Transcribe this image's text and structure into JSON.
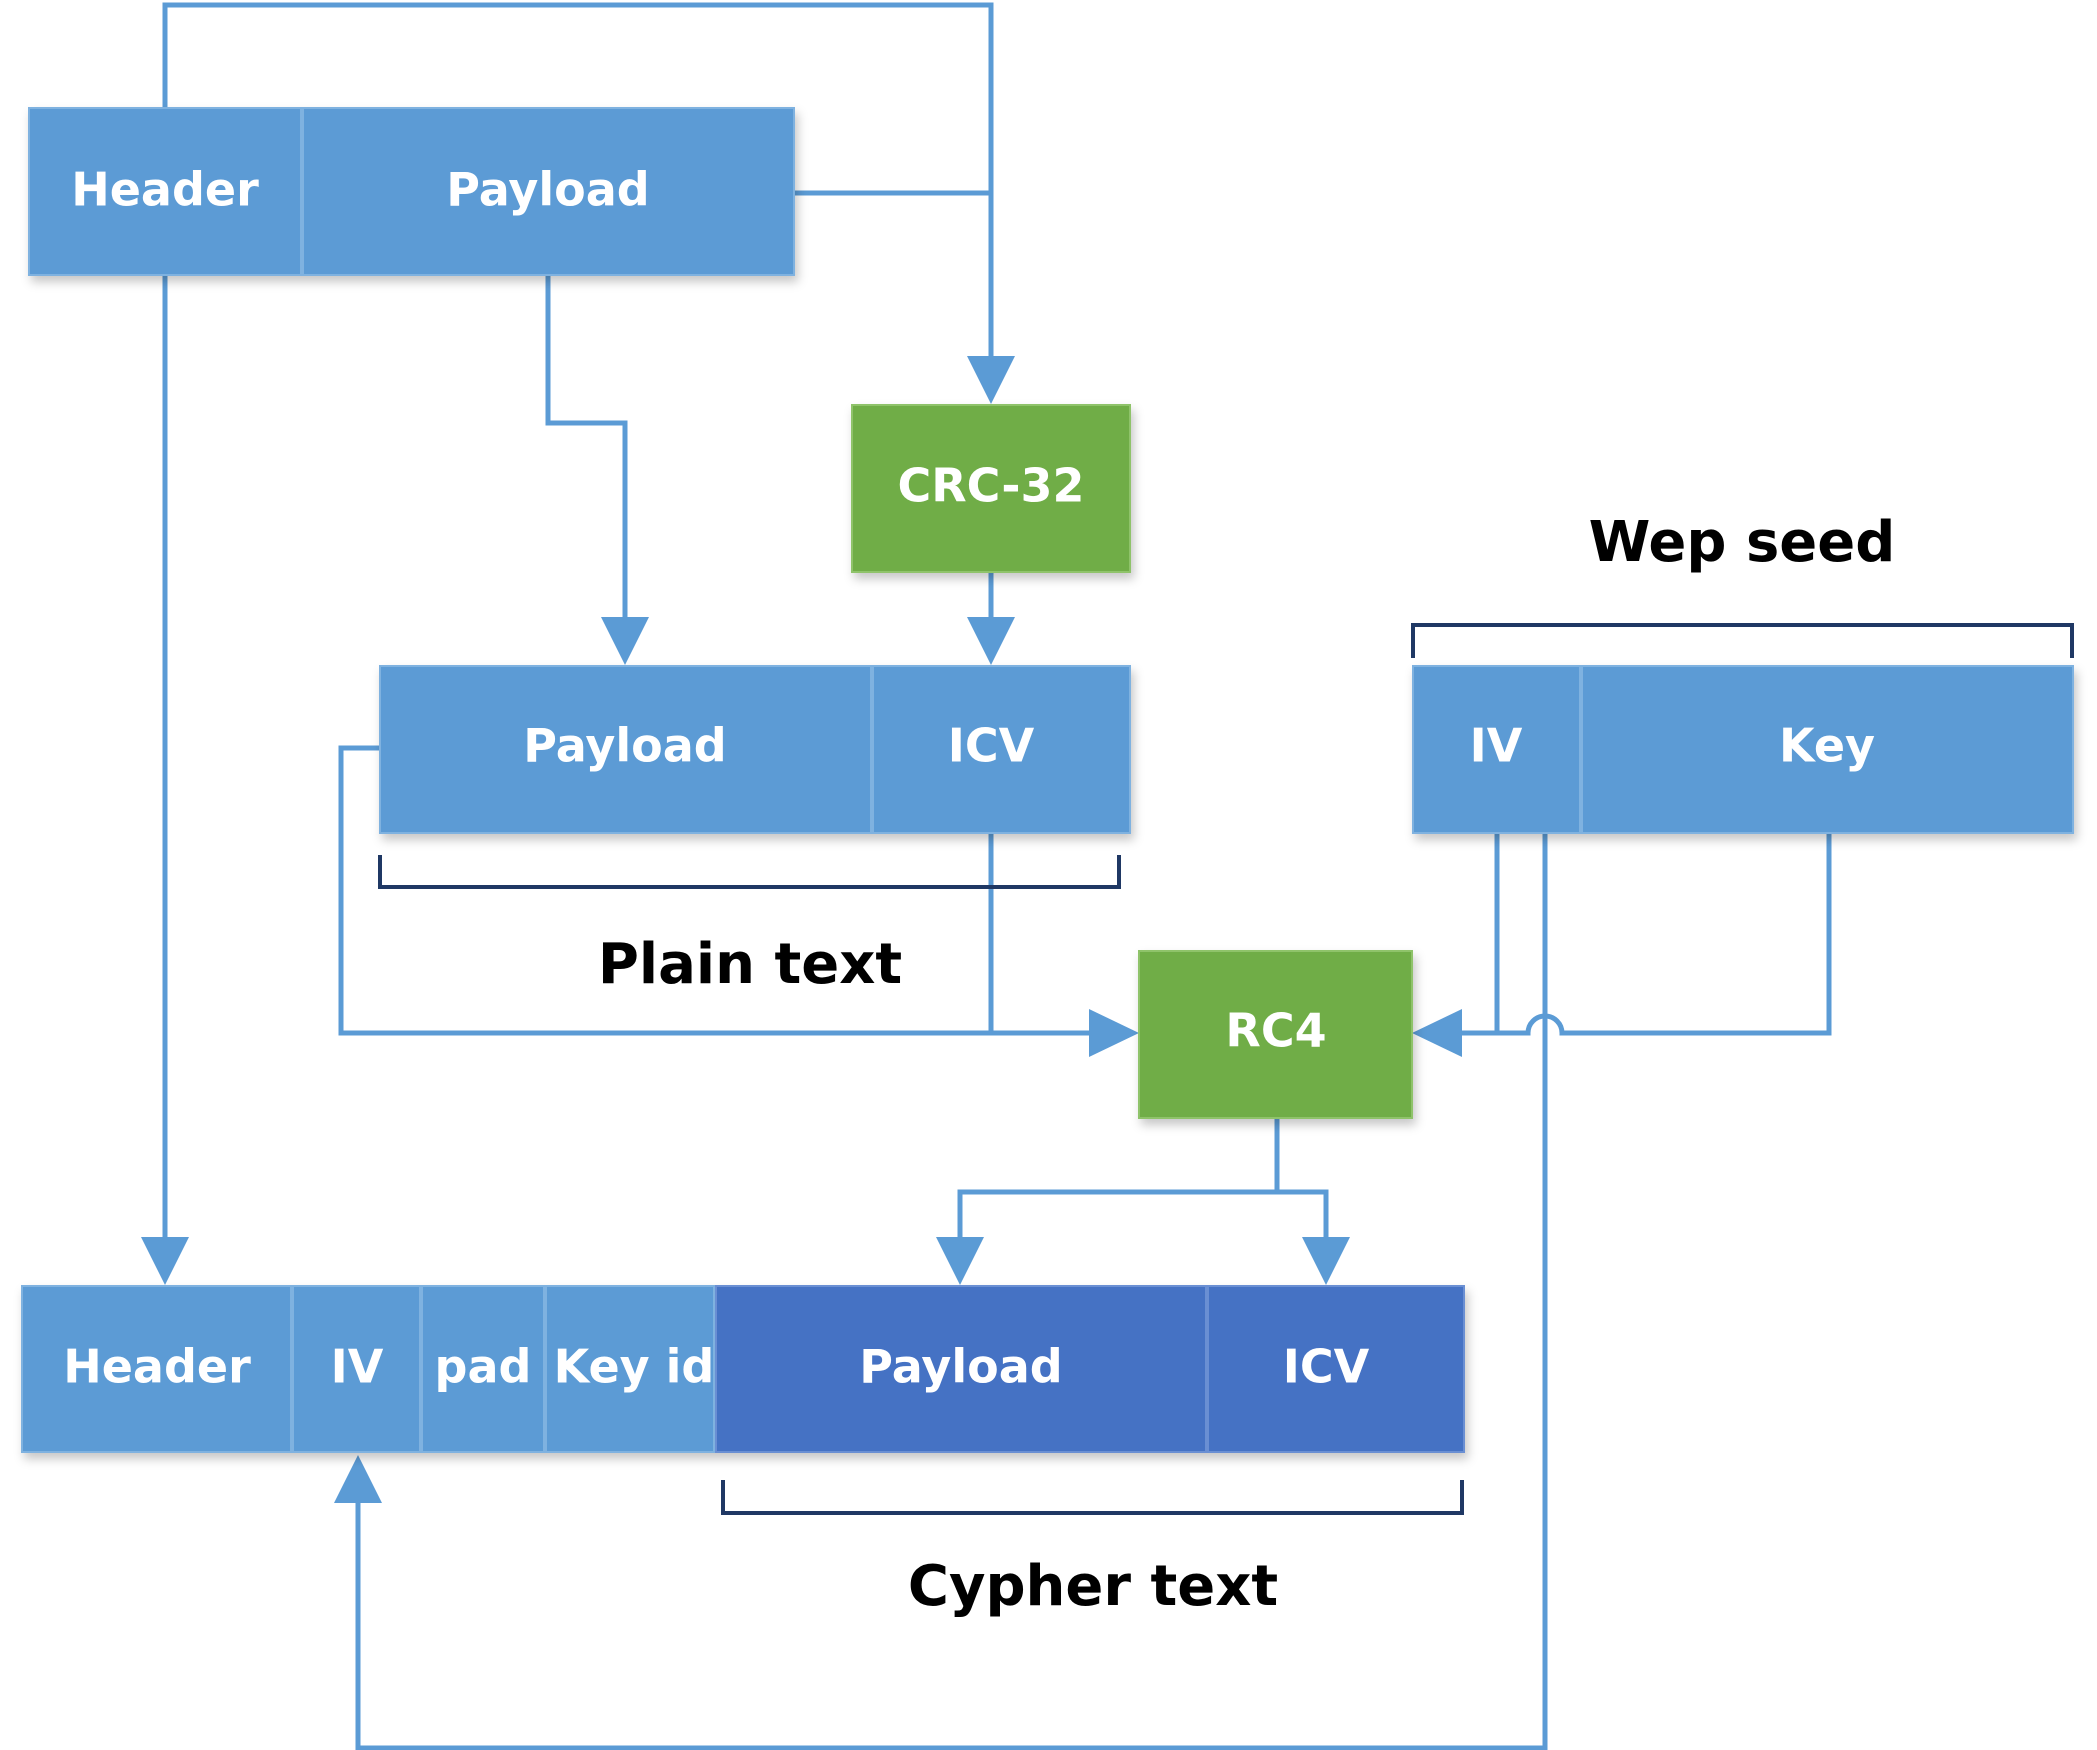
{
  "colors": {
    "field_blue": "#5b9bd5",
    "field_dark_blue": "#4472c4",
    "process_green": "#70ad47",
    "brace_navy": "#1f3864",
    "arrow_blue": "#5b9bd5"
  },
  "input_frame": {
    "header": "Header",
    "payload": "Payload"
  },
  "crc": {
    "label": "CRC-32"
  },
  "plaintext": {
    "payload": "Payload",
    "icv": "ICV",
    "caption": "Plain text"
  },
  "wep_seed": {
    "caption": "Wep seed",
    "iv": "IV",
    "key": "Key"
  },
  "rc4": {
    "label": "RC4"
  },
  "output_frame": {
    "header": "Header",
    "iv": "IV",
    "pad": "pad",
    "key_id": "Key id",
    "payload": "Payload",
    "icv": "ICV",
    "caption": "Cypher text"
  }
}
